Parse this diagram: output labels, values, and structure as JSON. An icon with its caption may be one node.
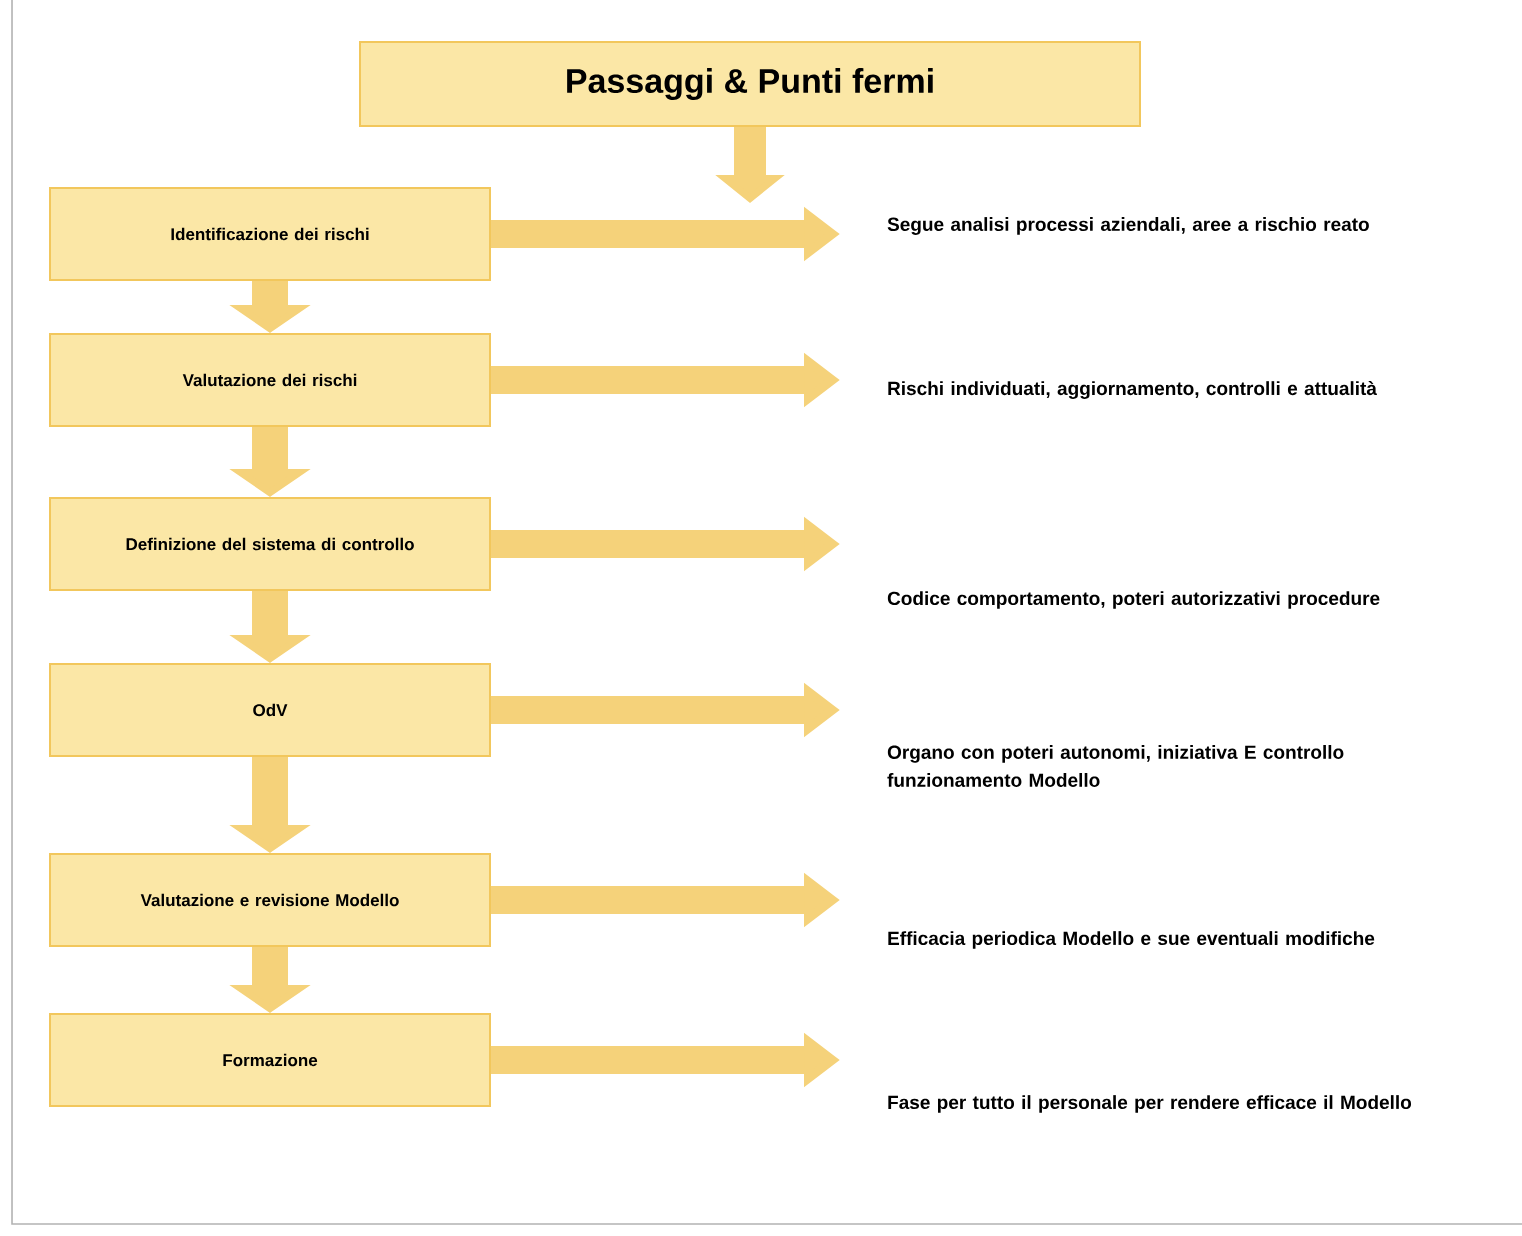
{
  "diagram": {
    "nodes": [
      {
        "text": [
          "Passaggi & Punti fermi"
        ]
      },
      {
        "text": [
          "Identificazione dei rischi"
        ]
      },
      {
        "text": [
          "Segue analisi processi aziendali, aree a rischio reato"
        ]
      },
      {
        "text": [
          "Valutazione dei rischi"
        ]
      },
      {
        "text": [
          "Rischi individuati, aggiornamento, controlli e attualità"
        ]
      },
      {
        "text": [
          "Definizione del sistema di controllo"
        ]
      },
      {
        "text": [
          "Codice comportamento, poteri autorizzativi procedure"
        ]
      },
      {
        "text": [
          "OdV"
        ]
      },
      {
        "text": [
          "Organo con poteri autonomi, iniziativa E controllo funzionamento Modello"
        ]
      },
      {
        "text": [
          "Valutazione e revisione Modello"
        ]
      },
      {
        "text": [
          "Efficacia periodica Modello e sue eventuali modifiche"
        ]
      },
      {
        "text": [
          "Formazione"
        ]
      },
      {
        "text": [
          "Fase per tutto il personale per rendere efficace il Modello"
        ]
      }
    ],
    "edges": [
      {
        "from": 0,
        "to": null,
        "arrow": "to"
      },
      {
        "from": 1,
        "to": 2,
        "arrow": "to"
      },
      {
        "from": 1,
        "to": 3,
        "arrow": "to"
      },
      {
        "from": 3,
        "to": 4,
        "arrow": "to"
      },
      {
        "from": 3,
        "to": 5,
        "arrow": "to"
      },
      {
        "from": 5,
        "to": 6,
        "arrow": "to"
      },
      {
        "from": 5,
        "to": 7,
        "arrow": "to"
      },
      {
        "from": 7,
        "to": 8,
        "arrow": "to"
      },
      {
        "from": 7,
        "to": 9,
        "arrow": "to"
      },
      {
        "from": 9,
        "to": 10,
        "arrow": "to"
      },
      {
        "from": 9,
        "to": 11,
        "arrow": "to"
      },
      {
        "from": 11,
        "to": 12,
        "arrow": "to"
      }
    ]
  }
}
